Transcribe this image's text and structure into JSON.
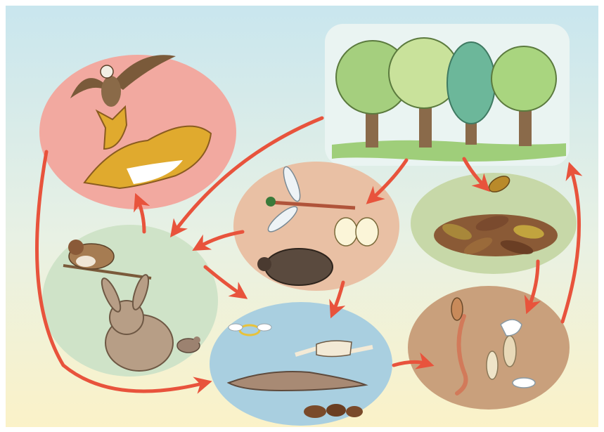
{
  "diagram": {
    "type": "food-web-cycle",
    "nodes": [
      {
        "id": "predators",
        "icons": [
          "eagle-icon",
          "fox-icon"
        ],
        "color": "#f2a9a0"
      },
      {
        "id": "forest",
        "icons": [
          "tree-icon"
        ],
        "color": "#e6f2ef"
      },
      {
        "id": "herbivores",
        "icons": [
          "sparrow-icon",
          "rabbit-icon",
          "mouse-icon"
        ],
        "color": "#cfe3c8"
      },
      {
        "id": "insects",
        "icons": [
          "dragonfly-icon",
          "butterfly-icon",
          "beetle-icon"
        ],
        "color": "#e9c0a4"
      },
      {
        "id": "fallen-leaves",
        "icons": [
          "leaf-icon"
        ],
        "color": "#c7d8a8"
      },
      {
        "id": "dead-remains",
        "icons": [
          "halo-icon",
          "carcass-icon",
          "skeleton-icon",
          "dung-icon"
        ],
        "color": "#a9cfe0"
      },
      {
        "id": "soil-organisms",
        "icons": [
          "earthworm-icon",
          "grub-icon",
          "fungus-icon",
          "springtail-icon"
        ],
        "color": "#c9a07c"
      }
    ],
    "edges": [
      {
        "from": "forest",
        "to": "insects"
      },
      {
        "from": "forest",
        "to": "fallen-leaves"
      },
      {
        "from": "forest",
        "to": "herbivores"
      },
      {
        "from": "insects",
        "to": "herbivores"
      },
      {
        "from": "insects",
        "to": "dead-remains"
      },
      {
        "from": "herbivores",
        "to": "predators"
      },
      {
        "from": "herbivores",
        "to": "dead-remains"
      },
      {
        "from": "predators",
        "to": "dead-remains"
      },
      {
        "from": "fallen-leaves",
        "to": "soil-organisms"
      },
      {
        "from": "dead-remains",
        "to": "soil-organisms"
      },
      {
        "from": "soil-organisms",
        "to": "forest"
      }
    ],
    "arrow_color": "#e8533c"
  }
}
